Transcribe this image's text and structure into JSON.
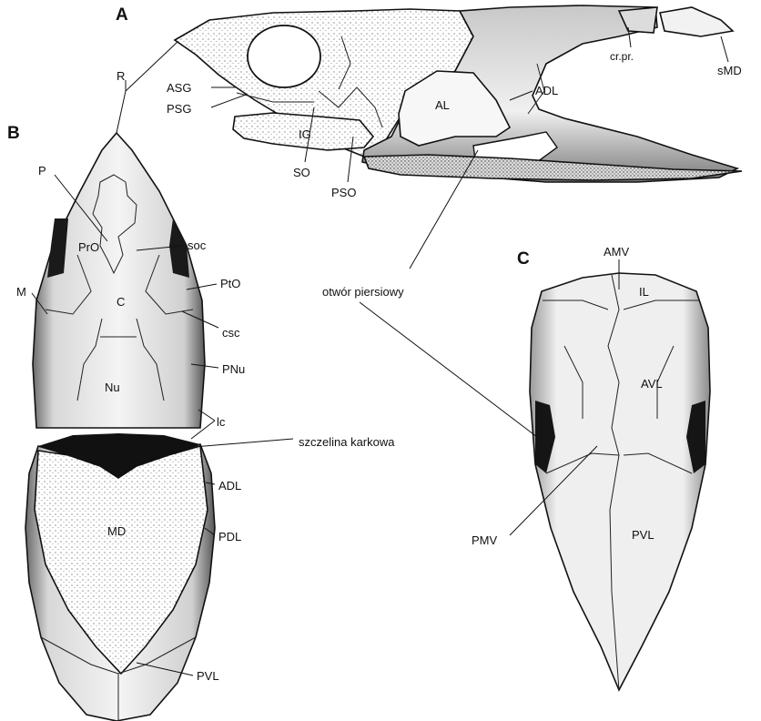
{
  "panels": {
    "a": "A",
    "b": "B",
    "c": "C"
  },
  "labels": {
    "R": "R",
    "ASG": "ASG",
    "PSG": "PSG",
    "IG": "IG",
    "SO": "SO",
    "PSO": "PSO",
    "AL": "AL",
    "ADL_a": "ADL",
    "cr_pr": "cr.pr.",
    "sMD": "sMD",
    "P": "P",
    "PrO": "PrO",
    "soc": "soc",
    "PtO": "PtO",
    "M": "M",
    "C": "C",
    "csc": "csc",
    "PNu": "PNu",
    "Nu": "Nu",
    "lc": "lc",
    "szczelina": "szczelina karkowa",
    "ADL_b": "ADL",
    "MD": "MD",
    "PDL": "PDL",
    "PVL_b": "PVL",
    "otwor": "otwór piersiowy",
    "AMV": "AMV",
    "IL": "IL",
    "AVL": "AVL",
    "PMV": "PMV",
    "PVL_c": "PVL"
  }
}
